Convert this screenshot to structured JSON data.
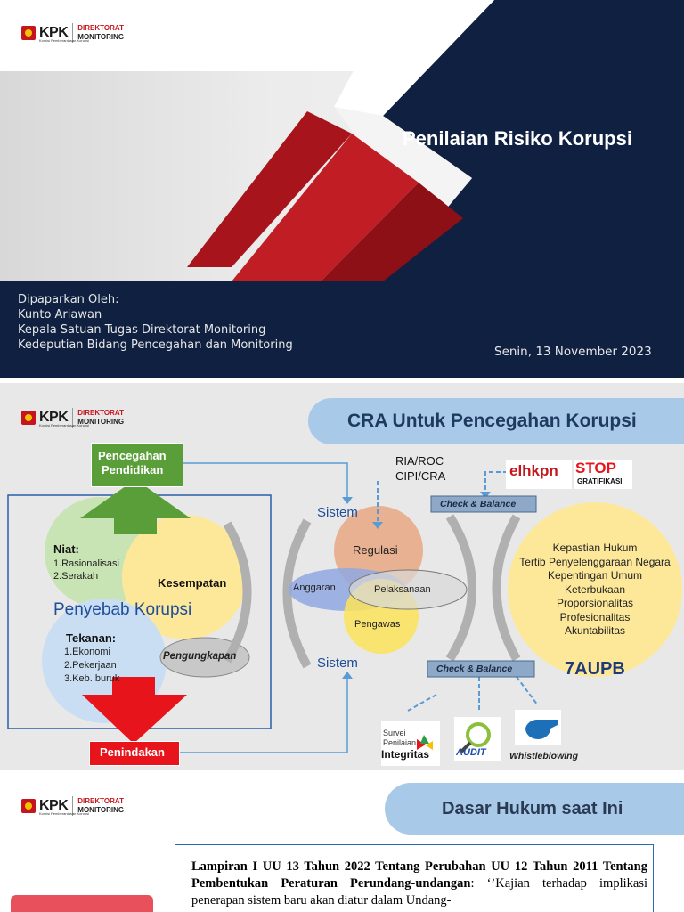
{
  "logo": {
    "kpk": "KPK",
    "kpk_sub": "Komisi Pemberantasan Korupsi",
    "dir_line1": "DIREKTORAT",
    "dir_line2": "MONITORING"
  },
  "slide1": {
    "title": "Penilaian Risiko Korupsi",
    "presenter": [
      "Dipaparkan Oleh:",
      "Kunto Ariawan",
      "Kepala Satuan Tugas Direktorat Monitoring",
      "Kedeputian Bidang Pencegahan dan Monitoring"
    ],
    "date": "Senin, 13 November 2023"
  },
  "slide2": {
    "title": "CRA Untuk Pencegahan Korupsi",
    "pencegahan_line1": "Pencegahan",
    "pencegahan_line2": "Pendidikan",
    "penindakan": "Penindakan",
    "niat_title": "Niat:",
    "niat_items": [
      "1.Rasionalisasi",
      "2.Serakah"
    ],
    "kesempatan": "Kesempatan",
    "penyebab": "Penyebab Korupsi",
    "tekanan_title": "Tekanan:",
    "tekanan_items": [
      "1.Ekonomi",
      "2.Pekerjaan",
      "3.Keb. buruk"
    ],
    "pengungkapan": "Pengungkapan",
    "ria_line1": "RIA/ROC",
    "ria_line2": "CIPI/CRA",
    "sistem_top": "Sistem",
    "sistem_bottom": "Sistem",
    "regulasi": "Regulasi",
    "anggaran": "Anggaran",
    "pelaksanaan": "Pelaksanaan",
    "pengawas": "Pengawas",
    "check_balance_top": "Check & Balance",
    "check_balance_bottom": "Check & Balance",
    "elhkpn": "elhkpn",
    "stop": "STOP",
    "gratifikasi": "GRATIFIKASI",
    "aupb_items": [
      "Kepastian Hukum",
      "Tertib Penyelenggaraan Negara",
      "Kepentingan Umum",
      "Keterbukaan",
      "Proporsionalitas",
      "Profesionalitas",
      "Akuntabilitas"
    ],
    "aupb_label": "7AUPB",
    "survei_line1": "Survei",
    "survei_line2": "Penilaian",
    "survei_line3": "Integritas",
    "audit": "AUDIT",
    "whistle": "Whistleblowing"
  },
  "slide3": {
    "title": "Dasar Hukum saat Ini",
    "text_bold": "Lampiran I UU 13 Tahun 2022 Tentang Perubahan UU 12 Tahun 2011 Tentang Pembentukan Peraturan Perundang-undangan",
    "text_rest": ": ‘’Kajian terhadap implikasi penerapan sistem baru akan diatur dalam Undang-"
  },
  "colors": {
    "navy": "#0f2040",
    "red": "#c4161c",
    "green": "#5a9e3a",
    "light_blue": "#a9c9e8",
    "yellow": "#fde89a"
  }
}
